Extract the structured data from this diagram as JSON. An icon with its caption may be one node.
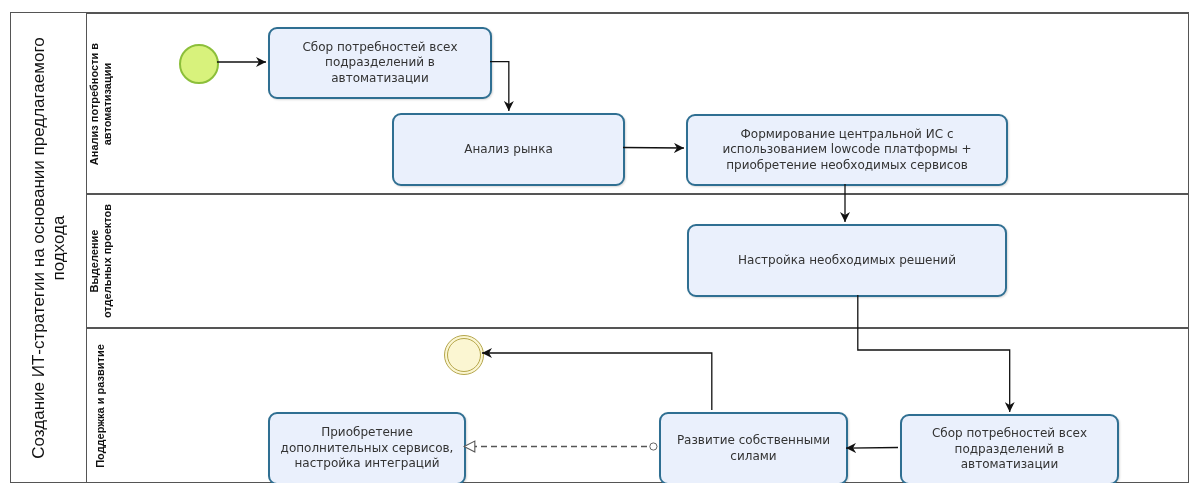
{
  "diagram": {
    "nodes": [
      {
        "text": [
          "Создание ИТ-стратегии на основании предлагаемого подхода"
        ]
      },
      {
        "text": [
          "Анализ потребности в автоматизации"
        ],
        "in": 0
      },
      {
        "text": [
          "Выделение отдельных проектов"
        ],
        "in": 0
      },
      {
        "text": [
          "Поддержка и развитие"
        ],
        "in": 0
      },
      {
        "text": [],
        "shape": "circle",
        "in": 1
      },
      {
        "text": [
          "Сбор потребностей всех подразделений в автоматизации"
        ],
        "in": 1
      },
      {
        "text": [
          "Анализ рынка"
        ],
        "in": 1
      },
      {
        "text": [
          "Формирование центральной ИС с использованием lowcode платформы + приобретение необходимых сервисов"
        ],
        "in": 1
      },
      {
        "text": [
          "Настройка необходимых решений"
        ],
        "in": 2
      },
      {
        "text": [],
        "shape": "circle",
        "in": 3
      },
      {
        "text": [
          "Приобретение дополнительных сервисов, настройка интеграций"
        ],
        "in": 3
      },
      {
        "text": [
          "Развитие собственными силами"
        ],
        "in": 3
      },
      {
        "text": [
          "Сбор потребностей всех подразделений в автоматизации"
        ],
        "in": 3
      }
    ],
    "edges": [
      {
        "from": 4,
        "to": 5,
        "arrow": "to"
      },
      {
        "from": 5,
        "to": 6,
        "arrow": "to"
      },
      {
        "from": 6,
        "to": 7,
        "arrow": "to"
      },
      {
        "from": 7,
        "to": 8,
        "arrow": "to"
      },
      {
        "from": 8,
        "to": 12,
        "arrow": "to"
      },
      {
        "from": 12,
        "to": 11,
        "arrow": "to"
      },
      {
        "from": 11,
        "to": 9,
        "arrow": "to"
      },
      {
        "from": 11,
        "to": 10,
        "arrow": "to",
        "style": "dashed"
      }
    ]
  }
}
